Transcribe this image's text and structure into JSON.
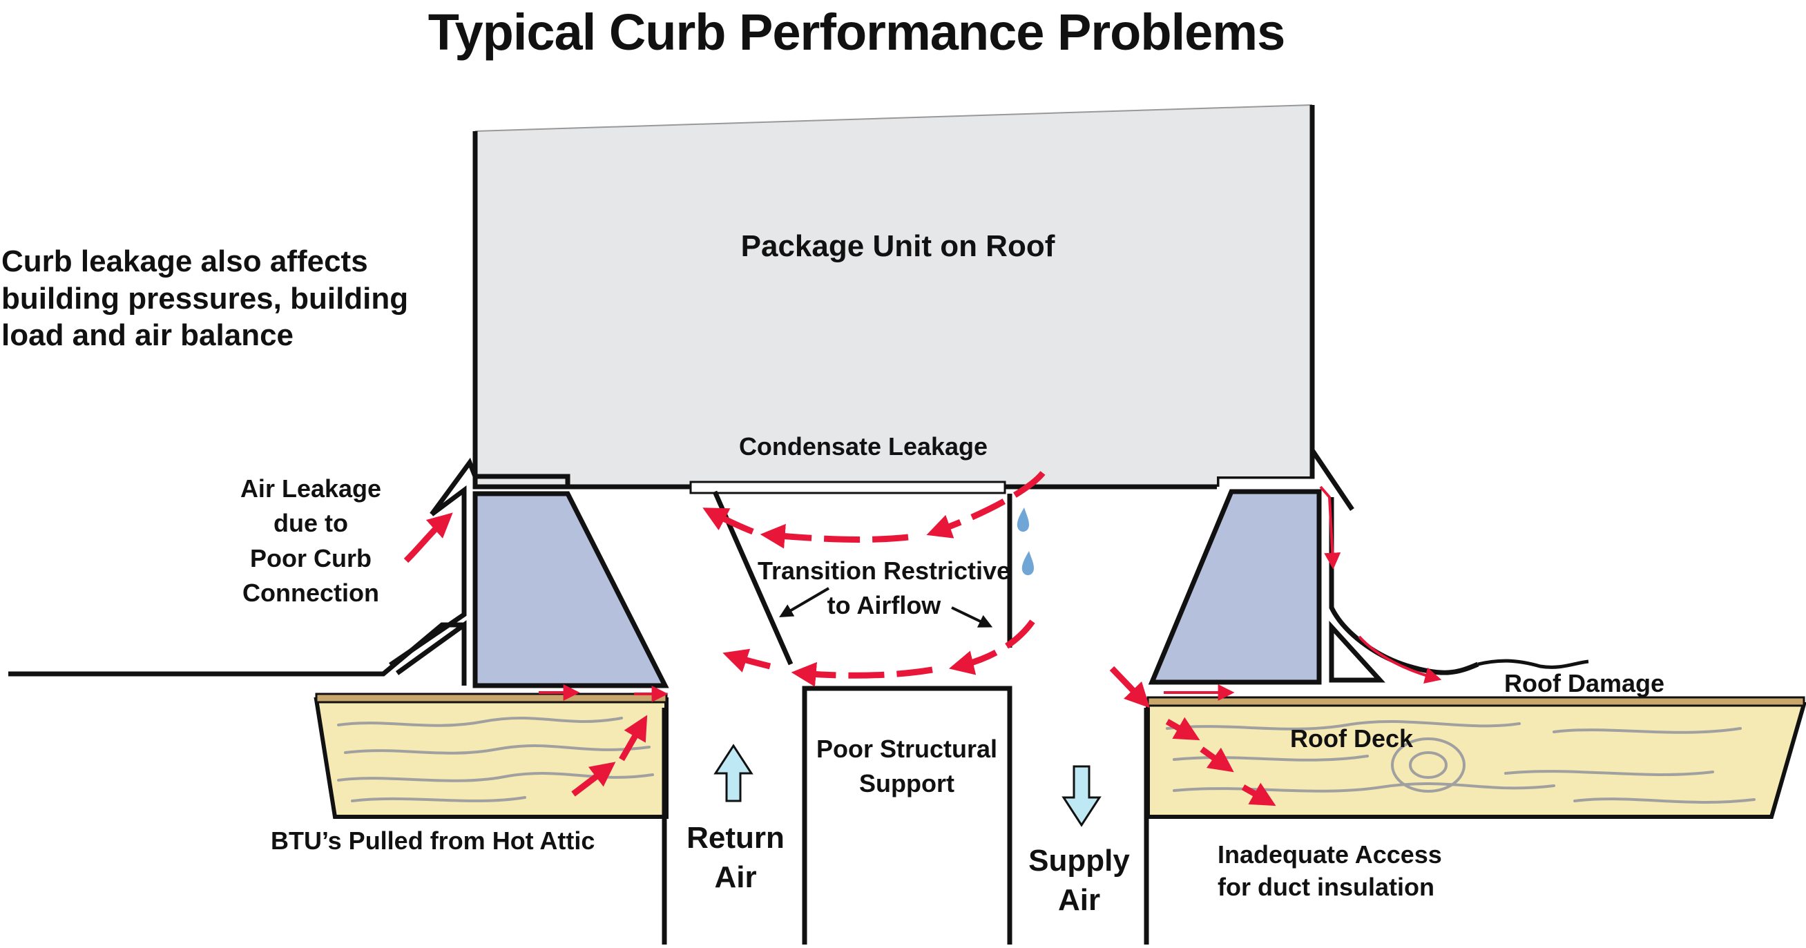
{
  "title": "Typical Curb Performance Problems",
  "note": "Curb leakage also affects\nbuilding pressures, building\nload and air balance",
  "labels": {
    "package_unit": "Package Unit on Roof",
    "condensate": "Condensate Leakage",
    "air_leakage": "Air Leakage\ndue to\nPoor Curb\nConnection",
    "transition": "Transition Restrictive\nto Airflow",
    "roof_damage": "Roof Damage",
    "roof_deck": "Roof Deck",
    "poor_support": "Poor Structural\nSupport",
    "btu": "BTU’s Pulled from Hot Attic",
    "return_air": "Return\nAir",
    "supply_air": "Supply\nAir",
    "access": "Inadequate Access\nfor duct insulation"
  },
  "colors": {
    "unit_fill": "#e6e7e9",
    "curb_fill": "#b4c0dc",
    "deck_fill": "#f5e9b4",
    "deck_top": "#c9a66b",
    "grain": "#a0a0a0",
    "leak_arrow": "#e8173a",
    "flow_arrow": "#bfe8f5",
    "drop": "#6fa6d6",
    "outline": "#111111"
  },
  "icons": [
    "air-leak-arrow",
    "return-air-up-arrow",
    "supply-air-down-arrow",
    "condensate-drop-icon",
    "pointer-arrow"
  ]
}
